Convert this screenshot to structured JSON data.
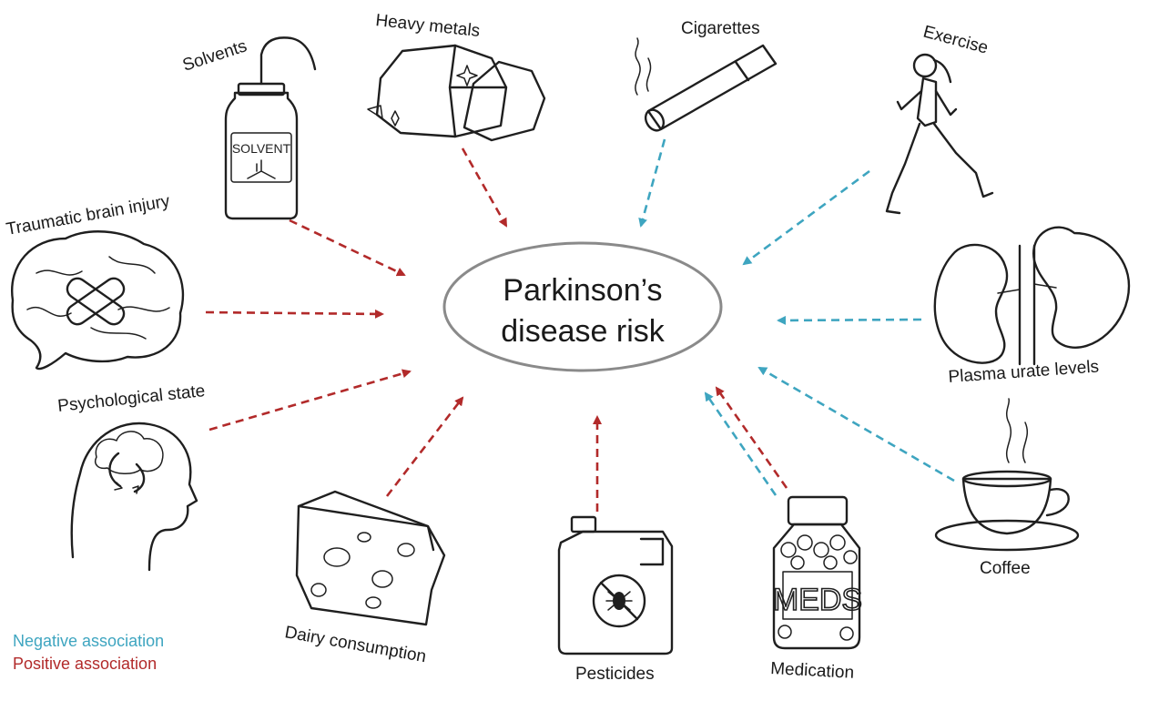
{
  "center": {
    "line1": "Parkinson’s",
    "line2": "disease risk"
  },
  "colors": {
    "negative": "#3ea5c0",
    "positive": "#b22a2a",
    "ink": "#1f1f1f"
  },
  "legend": {
    "negative": "Negative association",
    "positive": "Positive association"
  },
  "factors": {
    "solvents": {
      "label": "Solvents",
      "association": "positive",
      "bottle_text": "SOLVENT"
    },
    "heavy_metals": {
      "label": "Heavy metals",
      "association": "positive"
    },
    "cigarettes": {
      "label": "Cigarettes",
      "association": "negative"
    },
    "exercise": {
      "label": "Exercise",
      "association": "negative"
    },
    "tbi": {
      "label": "Traumatic brain injury",
      "association": "positive"
    },
    "urate": {
      "label": "Plasma urate levels",
      "association": "negative"
    },
    "psych": {
      "label": "Psychological state",
      "association": "positive"
    },
    "coffee": {
      "label": "Coffee",
      "association": "negative"
    },
    "dairy": {
      "label": "Dairy consumption",
      "association": "positive"
    },
    "pesticides": {
      "label": "Pesticides",
      "association": "positive"
    },
    "medication": {
      "label": "Medication",
      "association": "positive and negative",
      "jar_text": "MEDS"
    }
  }
}
